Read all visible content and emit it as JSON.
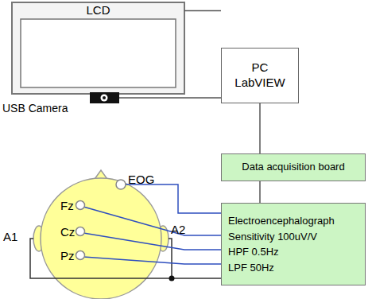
{
  "diagram": {
    "nodes": [
      {
        "text": [
          "LCD"
        ]
      },
      {
        "text": [
          "PC",
          "LabVIEW"
        ]
      },
      {
        "text": [
          "Data acquisition board"
        ]
      },
      {
        "text": [
          "Electroencephalograph",
          "Sensitivity 100uV/V",
          "HPF 0.5Hz",
          "LPF 50Hz"
        ]
      }
    ],
    "edges": [
      {
        "from": 0,
        "to": 1,
        "arrow": "none"
      },
      {
        "from": 1,
        "to": 2,
        "arrow": "none"
      },
      {
        "from": 2,
        "to": 3,
        "arrow": "none"
      }
    ],
    "labels": [
      "USB Camera",
      "EOG",
      "Fz",
      "Cz",
      "Pz",
      "A1",
      "A2"
    ]
  }
}
